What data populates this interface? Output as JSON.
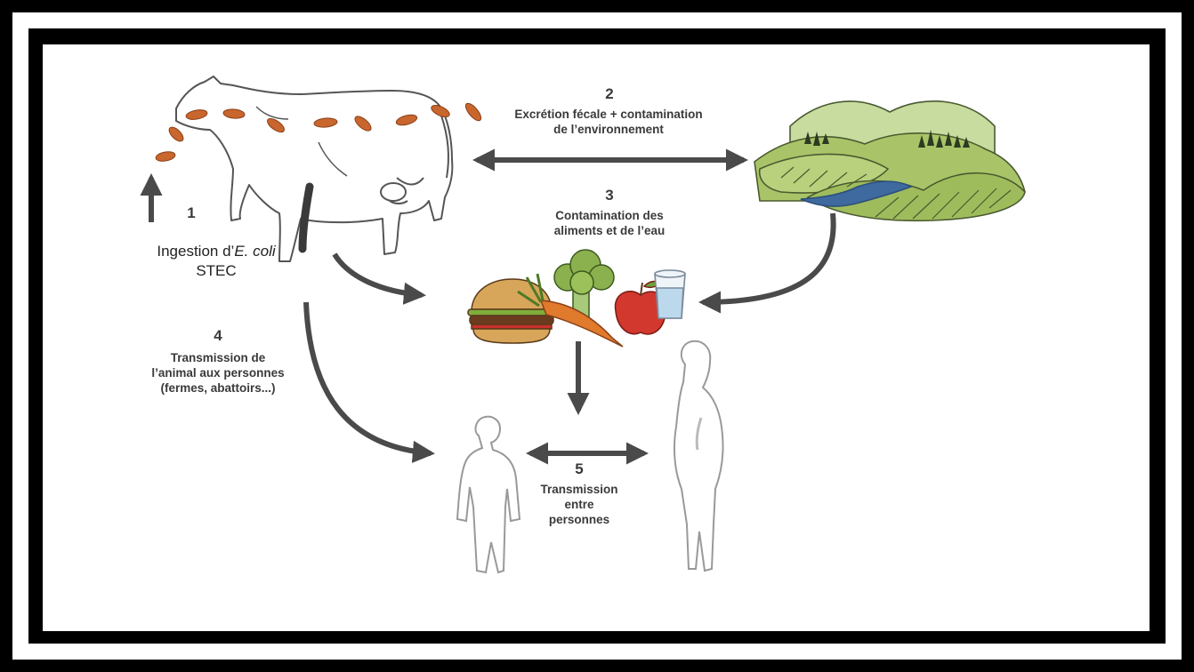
{
  "steps": {
    "s1": {
      "number": "1",
      "line1_prefix": "Ingestion d’",
      "line1_italic": "E. coli",
      "line2": "STEC"
    },
    "s2": {
      "number": "2",
      "line1": "Excrétion fécale + contamination",
      "line2": "de l’environnement"
    },
    "s3": {
      "number": "3",
      "line1": "Contamination des",
      "line2": "aliments et de l’eau"
    },
    "s4": {
      "number": "4",
      "line1": "Transmission de",
      "line2": "l’animal aux personnes",
      "line3": "(fermes, abattoirs...)"
    },
    "s5": {
      "number": "5",
      "line1": "Transmission",
      "line2": "entre",
      "line3": "personnes"
    }
  },
  "icons": [
    "cow-icon",
    "bacteria-icon",
    "landscape-icon",
    "burger-icon",
    "carrot-icon",
    "broccoli-icon",
    "apple-icon",
    "water-glass-icon",
    "child-silhouette-icon",
    "woman-silhouette-icon"
  ],
  "colors": {
    "frame": "#000000",
    "arrow": "#4a4a4a",
    "bacteria": "#c8662e",
    "hills": "#a9c468",
    "text": "#3a3a3a"
  }
}
